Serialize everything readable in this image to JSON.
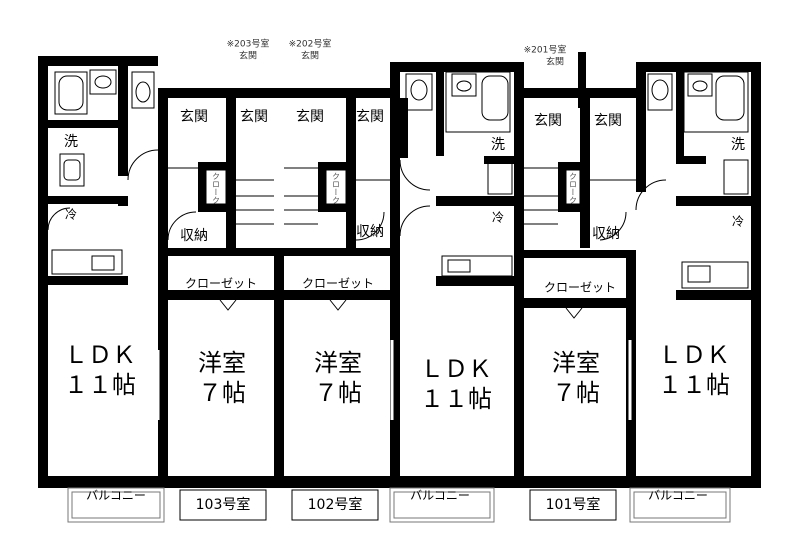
{
  "rooms": {
    "ldk_left": {
      "name": "ＬＤＫ",
      "size": "１１帖"
    },
    "ldk_center": {
      "name": "ＬＤＫ",
      "size": "１１帖"
    },
    "ldk_right": {
      "name": "ＬＤＫ",
      "size": "１１帖"
    },
    "western_103": {
      "name": "洋室",
      "size": "７帖"
    },
    "western_102": {
      "name": "洋室",
      "size": "７帖"
    },
    "western_101": {
      "name": "洋室",
      "size": "７帖"
    }
  },
  "labels": {
    "entrance": "玄関",
    "wash": "洗",
    "fridge": "冷",
    "storage": "収納",
    "closet": "クローゼット",
    "closet_vertical": "クローク",
    "balcony": "バルコニー"
  },
  "units": [
    "103号室",
    "102号室",
    "101号室"
  ],
  "notes": {
    "n203": "※203号室",
    "n202": "※202号室",
    "n201": "※201号室"
  }
}
